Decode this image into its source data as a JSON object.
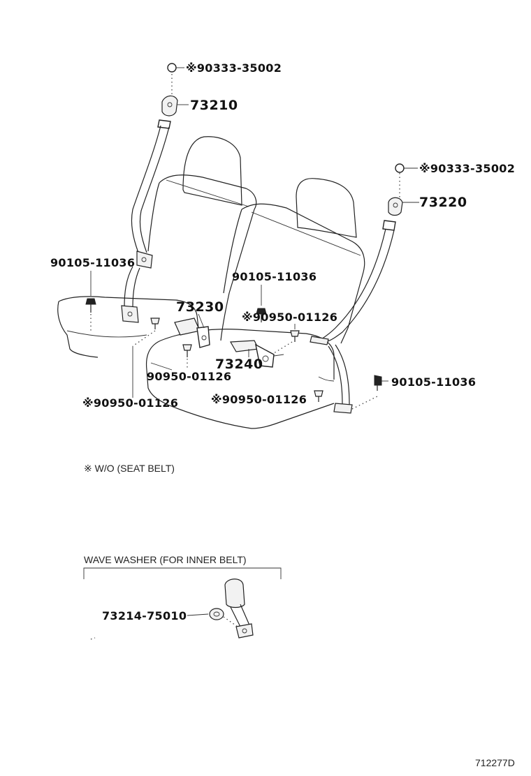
{
  "labels": {
    "outer_left_bolt_cap": "※90333-35002",
    "outer_left_belt": "73210",
    "outer_right_bolt_cap": "※90333-35002",
    "outer_right_belt": "73220",
    "left_anchor_bolt": "90105-11036",
    "center_anchor_bolt": "90105-11036",
    "right_anchor_bolt": "90105-11036",
    "center_belt_a": "73230",
    "center_belt_b": "73240",
    "center_clip_top": "※90950-01126",
    "center_clip_mid": "90950-01126",
    "left_clip_bottom": "※90950-01126",
    "right_clip_bottom": "※90950-01126",
    "wave_washer_part": "73214-75010"
  },
  "notes": {
    "wo_seat_belt": "※ W/O (SEAT BELT)",
    "wave_washer_title": "WAVE WASHER (FOR INNER BELT)",
    "diagram_code": "712277D"
  }
}
